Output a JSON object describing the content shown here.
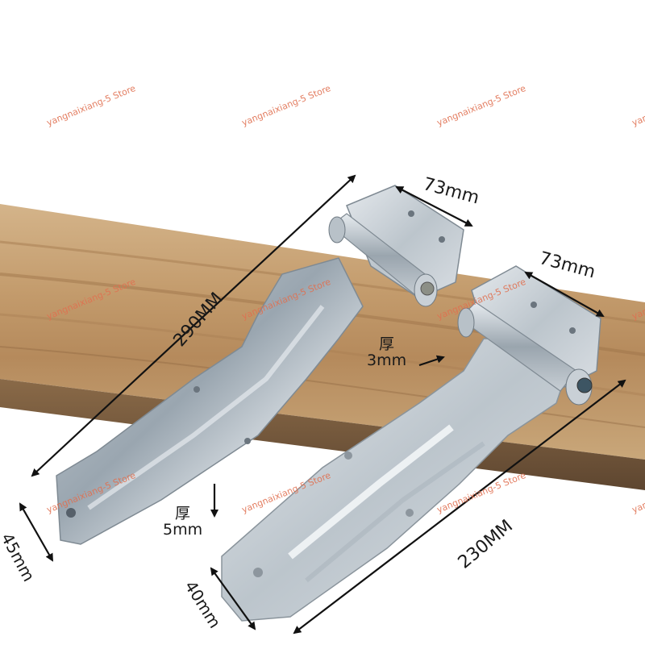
{
  "product": {
    "description": "Two galvanized steel door hinges on a wooden plank with dimension annotations",
    "colors": {
      "background": "#ffffff",
      "wood_light": "#c9a77a",
      "wood_dark": "#7a5a3a",
      "steel": "#b9c2c9",
      "watermark": "#e07050",
      "annotation": "#1a1a1a"
    }
  },
  "dimensions": {
    "long_hinge_length": "290MM",
    "long_hinge_bracket_width": "73mm",
    "long_hinge_thickness_char": "厚",
    "long_hinge_thickness": "5mm",
    "long_hinge_end_width": "45mm",
    "short_hinge_length": "230MM",
    "short_hinge_bracket_width": "73mm",
    "short_hinge_thickness_char": "厚",
    "short_hinge_thickness": "3mm",
    "short_hinge_end_width": "40mm"
  },
  "watermarks": [
    "yangnaixiang-5 Store",
    "yangnaixiang-5 Store",
    "yangnaixiang-5 Store",
    "yangnaixiang-5 Store",
    "yangnaixiang-5 Store",
    "yangnaixiang-5 Store",
    "yangnaixiang-5 Store",
    "yangnaixiang-5 Store",
    "yangnaixiang-5 Store",
    "yang",
    "yan",
    "yan"
  ]
}
